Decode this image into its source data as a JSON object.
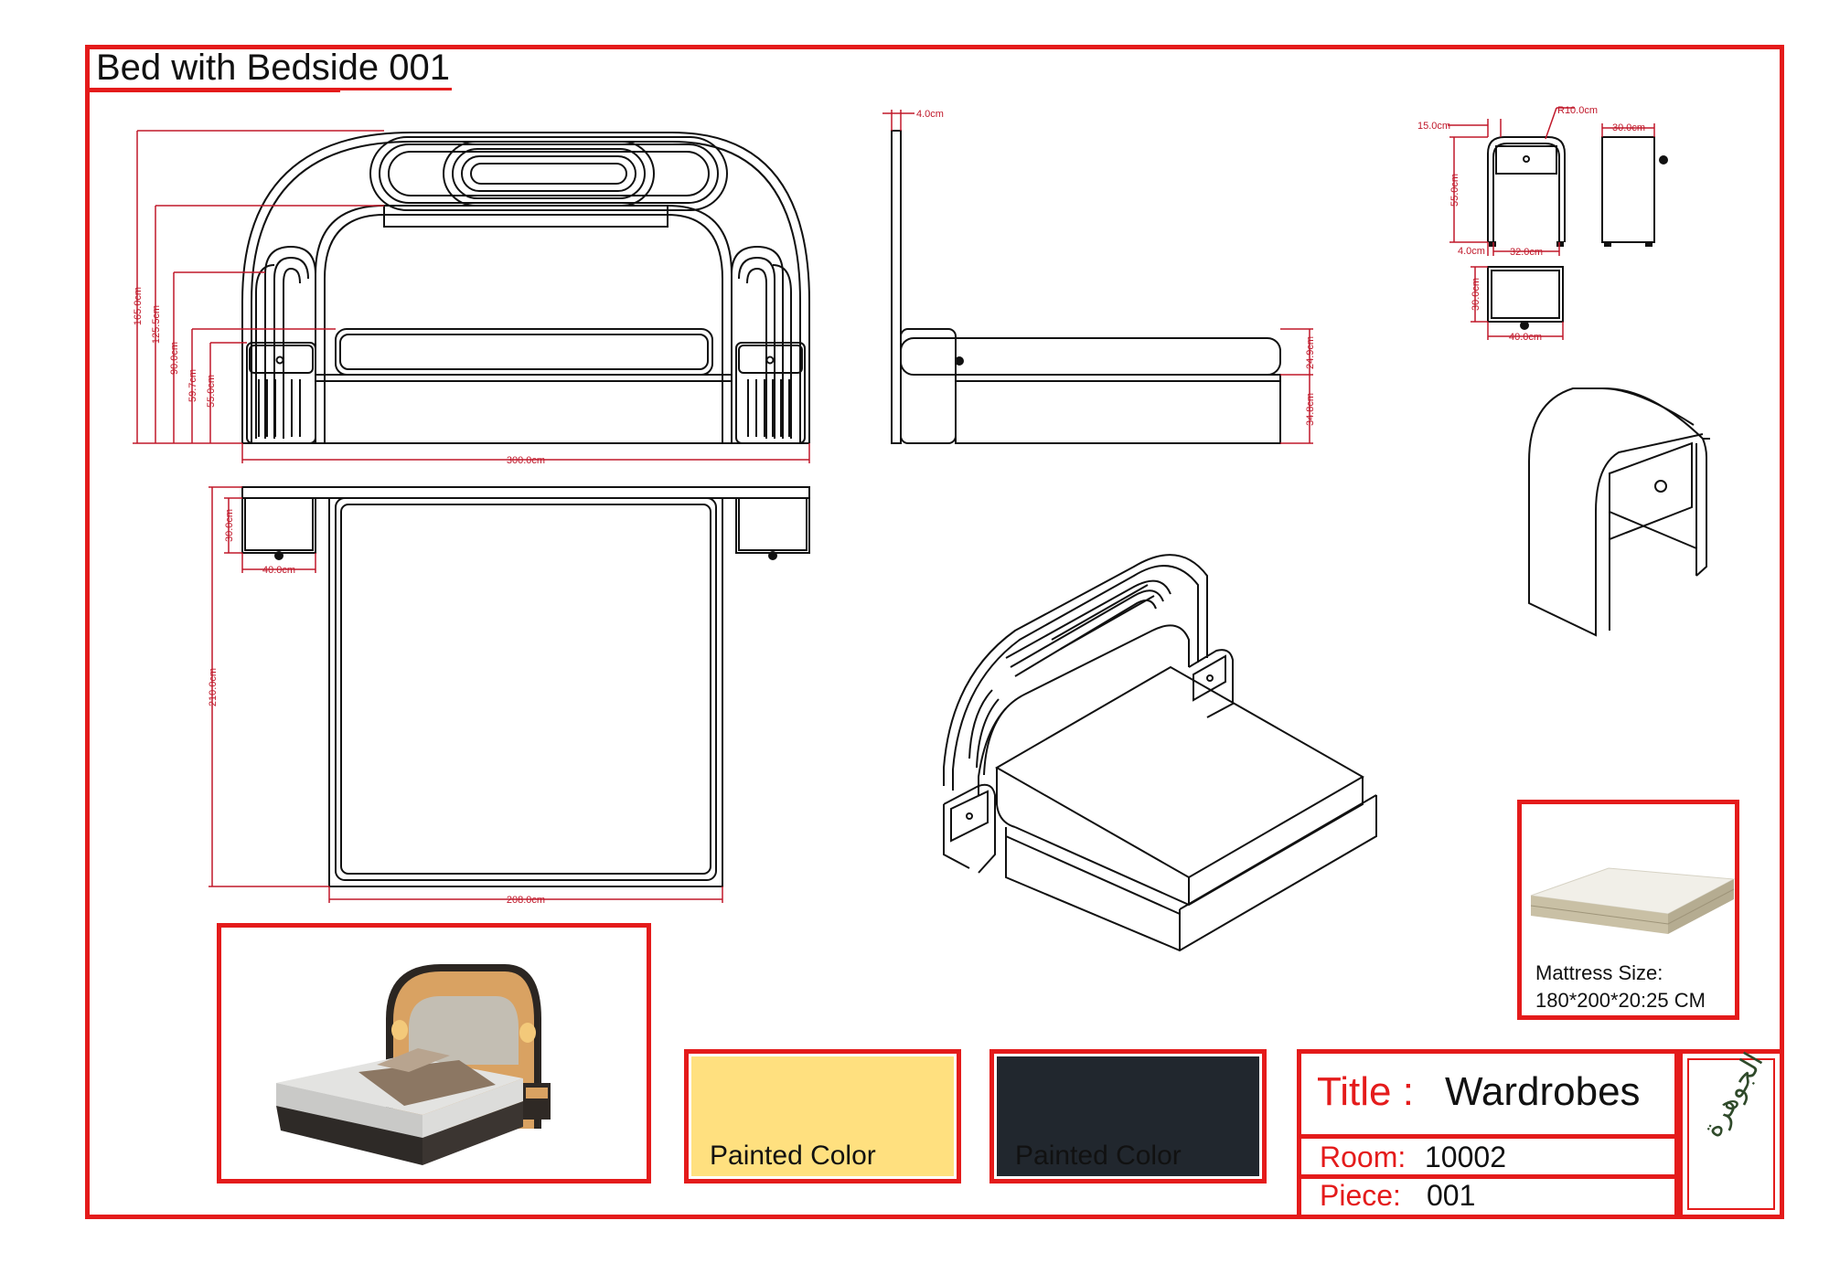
{
  "drawing": {
    "title": "Bed with Bedside 001"
  },
  "dimensions": {
    "front_height_total": "165.0cm",
    "front_height_2": "125.5cm",
    "front_height_3": "90.0cm",
    "front_height_4": "59.7cm",
    "front_height_5": "55.0cm",
    "front_width": "300.0cm",
    "side_thickness": "4.0cm",
    "side_height_1": "24.9cm",
    "side_height_2": "34.8cm",
    "plan_depth_bedside": "30.0cm",
    "plan_width_bedside": "40.0cm",
    "plan_length": "210.0cm",
    "plan_width": "208.0cm",
    "ns_left": "15.0cm",
    "ns_radius": "R10.0cm",
    "ns_side_depth": "30.0cm",
    "ns_height": "55.0cm",
    "ns_leg": "4.0cm",
    "ns_inner_width": "32.0cm",
    "ns_top_depth": "30.0cm",
    "ns_top_width": "40.0cm"
  },
  "mattress": {
    "line1": "Mattress Size:",
    "line2": "180*200*20:25 CM"
  },
  "swatches": [
    {
      "label": "Painted Color",
      "color": "#ffe07f",
      "text_color": "#111111"
    },
    {
      "label": "Painted Color",
      "color": "#21272e",
      "text_color": "#111111"
    }
  ],
  "title_block": {
    "title_label": "Title :",
    "title_value": "Wardrobes",
    "room_label": "Room:",
    "room_value": "10002",
    "piece_label": "Piece:",
    "piece_value": "001",
    "logo_text": "الجوهرة"
  },
  "colors": {
    "accent": "#e41b1b",
    "dimension": "#c0182a",
    "line": "#111111",
    "logo": "#2f4a2a"
  }
}
